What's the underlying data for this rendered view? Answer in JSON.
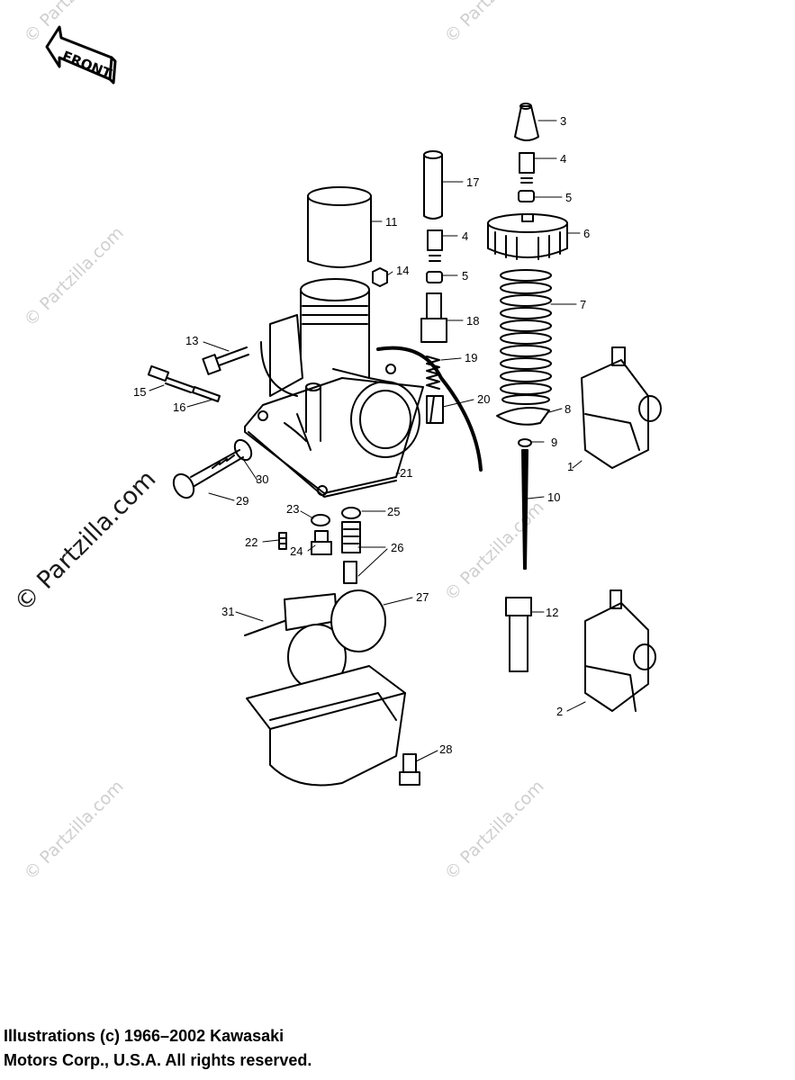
{
  "watermark_text": "© Partzilla.com",
  "front_arrow_label": "FRONT",
  "copyright": {
    "line1": "Illustrations (c) 1966–2002 Kawasaki",
    "line2": "Motors Corp., U.S.A.  All rights reserved."
  },
  "callouts": {
    "c1": "1",
    "c2": "2",
    "c3": "3",
    "c4a": "4",
    "c4b": "4",
    "c5a": "5",
    "c5b": "5",
    "c6": "6",
    "c7": "7",
    "c8": "8",
    "c9": "9",
    "c10": "10",
    "c11": "11",
    "c12": "12",
    "c13": "13",
    "c14": "14",
    "c15": "15",
    "c16": "16",
    "c17": "17",
    "c18": "18",
    "c19": "19",
    "c20": "20",
    "c21": "21",
    "c22": "22",
    "c23": "23",
    "c24": "24",
    "c25": "25",
    "c26": "26",
    "c27": "27",
    "c28": "28",
    "c29": "29",
    "c30": "30",
    "c31": "31"
  }
}
